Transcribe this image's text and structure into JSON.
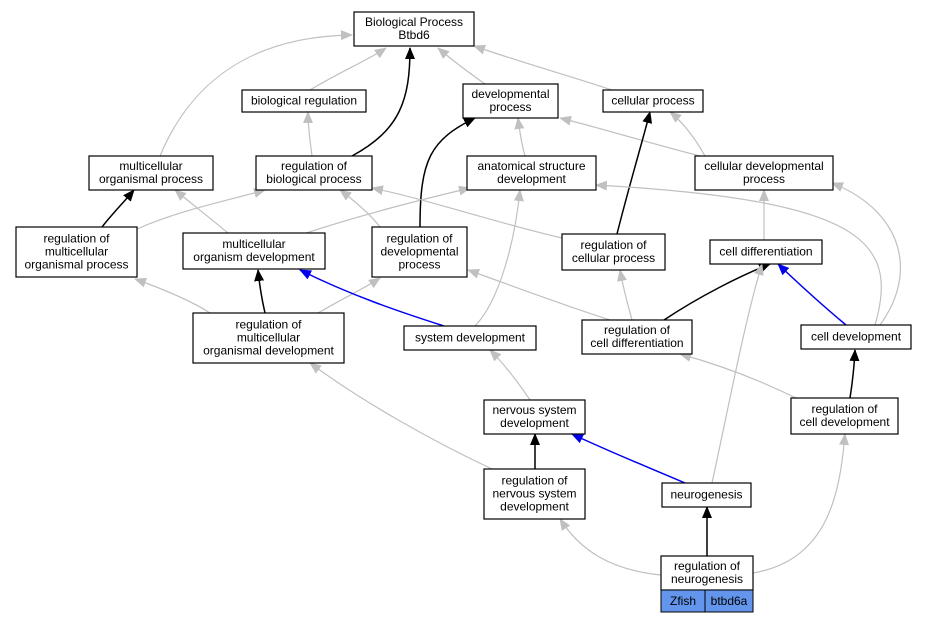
{
  "colors": {
    "is_a": "#c0c0c0",
    "part_of": "#000000",
    "regulates": "#0000ee",
    "gene_fill": "#6495ed"
  },
  "nodes": [
    {
      "id": "root",
      "lines": [
        "Biological Process",
        "Btbd6"
      ]
    },
    {
      "id": "bioreg",
      "lines": [
        "biological regulation"
      ]
    },
    {
      "id": "devproc",
      "lines": [
        "developmental",
        "process"
      ]
    },
    {
      "id": "cellproc",
      "lines": [
        "cellular process"
      ]
    },
    {
      "id": "multiorg",
      "lines": [
        "multicellular",
        "organismal process"
      ]
    },
    {
      "id": "regbio",
      "lines": [
        "regulation of",
        "biological process"
      ]
    },
    {
      "id": "anatdev",
      "lines": [
        "anatomical structure",
        "development"
      ]
    },
    {
      "id": "celldevproc",
      "lines": [
        "cellular developmental",
        "process"
      ]
    },
    {
      "id": "regmultiorg",
      "lines": [
        "regulation of",
        "multicellular",
        "organismal process"
      ]
    },
    {
      "id": "multidev",
      "lines": [
        "multicellular",
        "organism development"
      ]
    },
    {
      "id": "regdevproc",
      "lines": [
        "regulation of",
        "developmental",
        "process"
      ]
    },
    {
      "id": "regcellproc",
      "lines": [
        "regulation of",
        "cellular process"
      ]
    },
    {
      "id": "celldiff",
      "lines": [
        "cell differentiation"
      ]
    },
    {
      "id": "regmultidev",
      "lines": [
        "regulation of",
        "multicellular",
        "organismal development"
      ]
    },
    {
      "id": "sysdev",
      "lines": [
        "system development"
      ]
    },
    {
      "id": "regcelldiff",
      "lines": [
        "regulation of",
        "cell differentiation"
      ]
    },
    {
      "id": "celldev",
      "lines": [
        "cell development"
      ]
    },
    {
      "id": "nervdev",
      "lines": [
        "nervous system",
        "development"
      ]
    },
    {
      "id": "regcelldev",
      "lines": [
        "regulation of",
        "cell development"
      ]
    },
    {
      "id": "regnervdev",
      "lines": [
        "regulation of",
        "nervous system",
        "development"
      ]
    },
    {
      "id": "neurogen",
      "lines": [
        "neurogenesis"
      ]
    },
    {
      "id": "regneurogen",
      "lines": [
        "regulation of",
        "neurogenesis"
      ]
    }
  ],
  "gene_labels": [
    "Zfish",
    "btbd6a"
  ],
  "edges": [
    {
      "from": "bioreg",
      "to": "root",
      "type": "is_a"
    },
    {
      "from": "devproc",
      "to": "root",
      "type": "is_a"
    },
    {
      "from": "cellproc",
      "to": "root",
      "type": "is_a"
    },
    {
      "from": "multiorg",
      "to": "root",
      "type": "is_a"
    },
    {
      "from": "regbio",
      "to": "root",
      "type": "part_of"
    },
    {
      "from": "regbio",
      "to": "bioreg",
      "type": "is_a"
    },
    {
      "from": "anatdev",
      "to": "devproc",
      "type": "is_a"
    },
    {
      "from": "celldevproc",
      "to": "devproc",
      "type": "is_a"
    },
    {
      "from": "celldevproc",
      "to": "cellproc",
      "type": "is_a"
    },
    {
      "from": "regmultiorg",
      "to": "multiorg",
      "type": "part_of"
    },
    {
      "from": "regmultiorg",
      "to": "regbio",
      "type": "is_a"
    },
    {
      "from": "multidev",
      "to": "multiorg",
      "type": "is_a"
    },
    {
      "from": "multidev",
      "to": "anatdev",
      "type": "is_a"
    },
    {
      "from": "regdevproc",
      "to": "devproc",
      "type": "part_of"
    },
    {
      "from": "regdevproc",
      "to": "regbio",
      "type": "is_a"
    },
    {
      "from": "regcellproc",
      "to": "regbio",
      "type": "is_a"
    },
    {
      "from": "regcellproc",
      "to": "cellproc",
      "type": "part_of"
    },
    {
      "from": "celldiff",
      "to": "celldevproc",
      "type": "is_a"
    },
    {
      "from": "regmultidev",
      "to": "multidev",
      "type": "part_of"
    },
    {
      "from": "regmultidev",
      "to": "regmultiorg",
      "type": "is_a"
    },
    {
      "from": "regmultidev",
      "to": "regdevproc",
      "type": "is_a"
    },
    {
      "from": "sysdev",
      "to": "multidev",
      "type": "regulates"
    },
    {
      "from": "sysdev",
      "to": "anatdev",
      "type": "is_a"
    },
    {
      "from": "regcelldiff",
      "to": "celldiff",
      "type": "part_of"
    },
    {
      "from": "regcelldiff",
      "to": "regcellproc",
      "type": "is_a"
    },
    {
      "from": "regcelldiff",
      "to": "regdevproc",
      "type": "is_a"
    },
    {
      "from": "celldev",
      "to": "celldiff",
      "type": "regulates"
    },
    {
      "from": "celldev",
      "to": "anatdev",
      "type": "is_a"
    },
    {
      "from": "celldev",
      "to": "celldevproc",
      "type": "is_a"
    },
    {
      "from": "nervdev",
      "to": "sysdev",
      "type": "is_a"
    },
    {
      "from": "regcelldev",
      "to": "celldev",
      "type": "part_of"
    },
    {
      "from": "regcelldev",
      "to": "regcelldiff",
      "type": "is_a"
    },
    {
      "from": "regnervdev",
      "to": "nervdev",
      "type": "part_of"
    },
    {
      "from": "regnervdev",
      "to": "regmultidev",
      "type": "is_a"
    },
    {
      "from": "neurogen",
      "to": "nervdev",
      "type": "regulates"
    },
    {
      "from": "neurogen",
      "to": "celldiff",
      "type": "is_a"
    },
    {
      "from": "regneurogen",
      "to": "neurogen",
      "type": "part_of"
    },
    {
      "from": "regneurogen",
      "to": "regnervdev",
      "type": "is_a"
    },
    {
      "from": "regneurogen",
      "to": "regcelldev",
      "type": "is_a"
    }
  ]
}
